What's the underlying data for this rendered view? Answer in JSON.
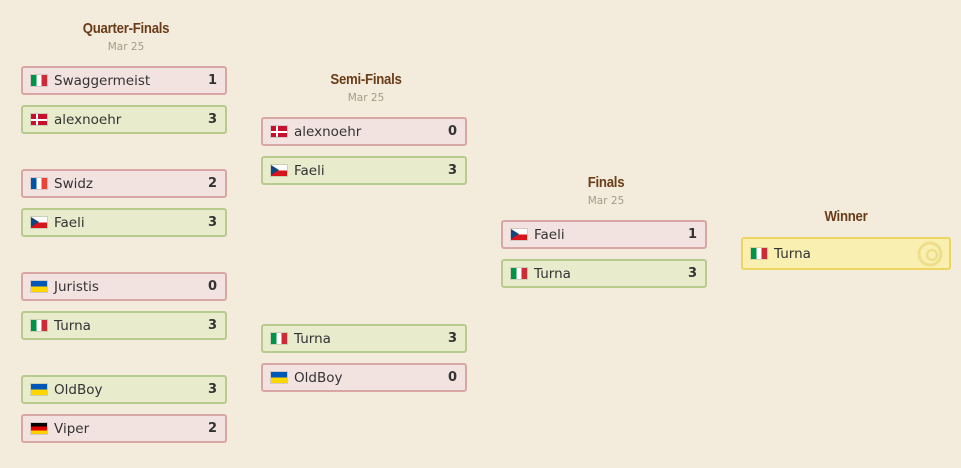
{
  "rounds": [
    {
      "name": "Quarter-Finals",
      "date": "Mar 25"
    },
    {
      "name": "Semi-Finals",
      "date": "Mar 25"
    },
    {
      "name": "Finals",
      "date": "Mar 25"
    },
    {
      "name": "Winner",
      "date": ""
    }
  ],
  "quarterfinals": [
    {
      "top": {
        "player": "Swaggermeist",
        "flag": "it",
        "score": "1",
        "result": "lose"
      },
      "bottom": {
        "player": "alexnoehr",
        "flag": "dk",
        "score": "3",
        "result": "win"
      }
    },
    {
      "top": {
        "player": "Swidz",
        "flag": "fr",
        "score": "2",
        "result": "lose"
      },
      "bottom": {
        "player": "Faeli",
        "flag": "cz",
        "score": "3",
        "result": "win"
      }
    },
    {
      "top": {
        "player": "Juristis",
        "flag": "ua",
        "score": "0",
        "result": "lose"
      },
      "bottom": {
        "player": "Turna",
        "flag": "it",
        "score": "3",
        "result": "win"
      }
    },
    {
      "top": {
        "player": "OldBoy",
        "flag": "ua",
        "score": "3",
        "result": "win"
      },
      "bottom": {
        "player": "Viper",
        "flag": "de",
        "score": "2",
        "result": "lose"
      }
    }
  ],
  "semifinals": [
    {
      "top": {
        "player": "alexnoehr",
        "flag": "dk",
        "score": "0",
        "result": "lose"
      },
      "bottom": {
        "player": "Faeli",
        "flag": "cz",
        "score": "3",
        "result": "win"
      }
    },
    {
      "top": {
        "player": "Turna",
        "flag": "it",
        "score": "3",
        "result": "win"
      },
      "bottom": {
        "player": "OldBoy",
        "flag": "ua",
        "score": "0",
        "result": "lose"
      }
    }
  ],
  "finals": [
    {
      "top": {
        "player": "Faeli",
        "flag": "cz",
        "score": "1",
        "result": "lose"
      },
      "bottom": {
        "player": "Turna",
        "flag": "it",
        "score": "3",
        "result": "win"
      }
    }
  ],
  "winner": {
    "player": "Turna",
    "flag": "it",
    "icon": "trophy-icon"
  },
  "colors": {
    "lose_bg": "#f3e3e0",
    "lose_border": "#d9a6a6",
    "win_bg": "#e8eccc",
    "win_border": "#b9ca8e",
    "champ_bg": "#f8efb0",
    "champ_border": "#eed460",
    "title": "#6b3c1a"
  }
}
